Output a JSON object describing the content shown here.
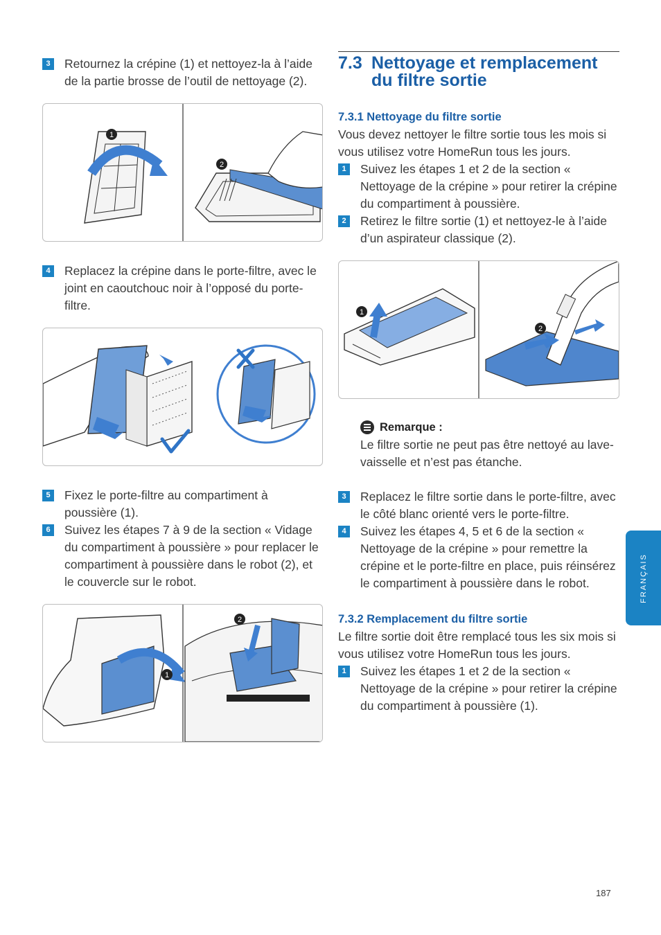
{
  "left": {
    "step3": {
      "num": "3",
      "text": "Retournez la crépine (1) et nettoyez-la à l’aide de la partie brosse de l’outil de nettoyage (2)."
    },
    "step4": {
      "num": "4",
      "text": "Replacez la crépine dans le porte-filtre, avec le joint en caoutchouc noir à l’opposé du porte-filtre."
    },
    "step5": {
      "num": "5",
      "text": "Fixez le porte-filtre au compartiment à poussière (1)."
    },
    "step6": {
      "num": "6",
      "text": "Suivez les étapes 7 à 9 de la section « Vidage du compartiment à poussière » pour replacer le compartiment à poussière dans le robot (2), et le couvercle sur le robot."
    },
    "fig_labels": {
      "one": "1",
      "two": "2"
    }
  },
  "right": {
    "section_number": "7.3",
    "section_title": "Nettoyage et remplacement du filtre sortie",
    "sub1_title": "7.3.1 Nettoyage du filtre sortie",
    "sub1_intro": "Vous devez nettoyer le filtre sortie tous les mois si vous utilisez votre HomeRun tous les jours.",
    "sub1_steps": [
      {
        "num": "1",
        "text": "Suivez les étapes 1 et 2 de la section « Nettoyage de la crépine » pour retirer la crépine du compartiment à poussière."
      },
      {
        "num": "2",
        "text": "Retirez le filtre sortie (1) et nettoyez-le à l’aide d’un aspirateur classique (2)."
      }
    ],
    "note_title": "Remarque :",
    "note_text": "Le filtre sortie ne peut pas être nettoyé au lave-vaisselle et n’est pas étanche.",
    "sub1_steps_b": [
      {
        "num": "3",
        "text": "Replacez le filtre sortie dans le porte-filtre, avec le côté blanc orienté vers le porte-filtre."
      },
      {
        "num": "4",
        "text": "Suivez les étapes 4, 5 et 6 de la section « Nettoyage de la crépine » pour remettre la crépine et le porte-filtre en place, puis réinsérez le compartiment à poussière dans le robot."
      }
    ],
    "sub2_title": "7.3.2 Remplacement du filtre sortie",
    "sub2_intro": "Le filtre sortie doit être remplacé tous les six mois si vous utilisez votre HomeRun tous les jours.",
    "sub2_steps": [
      {
        "num": "1",
        "text": "Suivez les étapes 1 et 2 de la section « Nettoyage de la crépine » pour retirer la crépine du compartiment à poussière (1)."
      }
    ]
  },
  "side_tab": "FRANÇAIS",
  "page_number": "187",
  "colors": {
    "accent": "#1b83c4",
    "heading": "#1b5fa6",
    "illustration_blue": "#5b8fd0"
  }
}
